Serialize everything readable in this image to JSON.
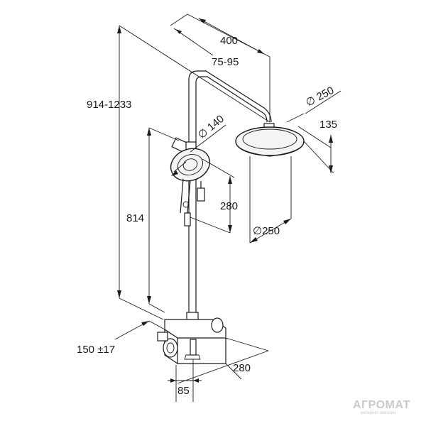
{
  "dimensions": {
    "top_width": "400",
    "arm_range": "75-95",
    "total_height": "914-1233",
    "head_diameter_top": "∅ 250",
    "head_height": "135",
    "hand_diameter": "∅ 140",
    "hand_height": "814",
    "slide_height": "280",
    "head_diameter_bottom": "∅250",
    "mixer_offset": "150 ±17",
    "mixer_depth": "280",
    "wall_distance": "85"
  },
  "watermark": {
    "brand": "АГРОМАТ",
    "tagline": "интернет-магазин"
  }
}
